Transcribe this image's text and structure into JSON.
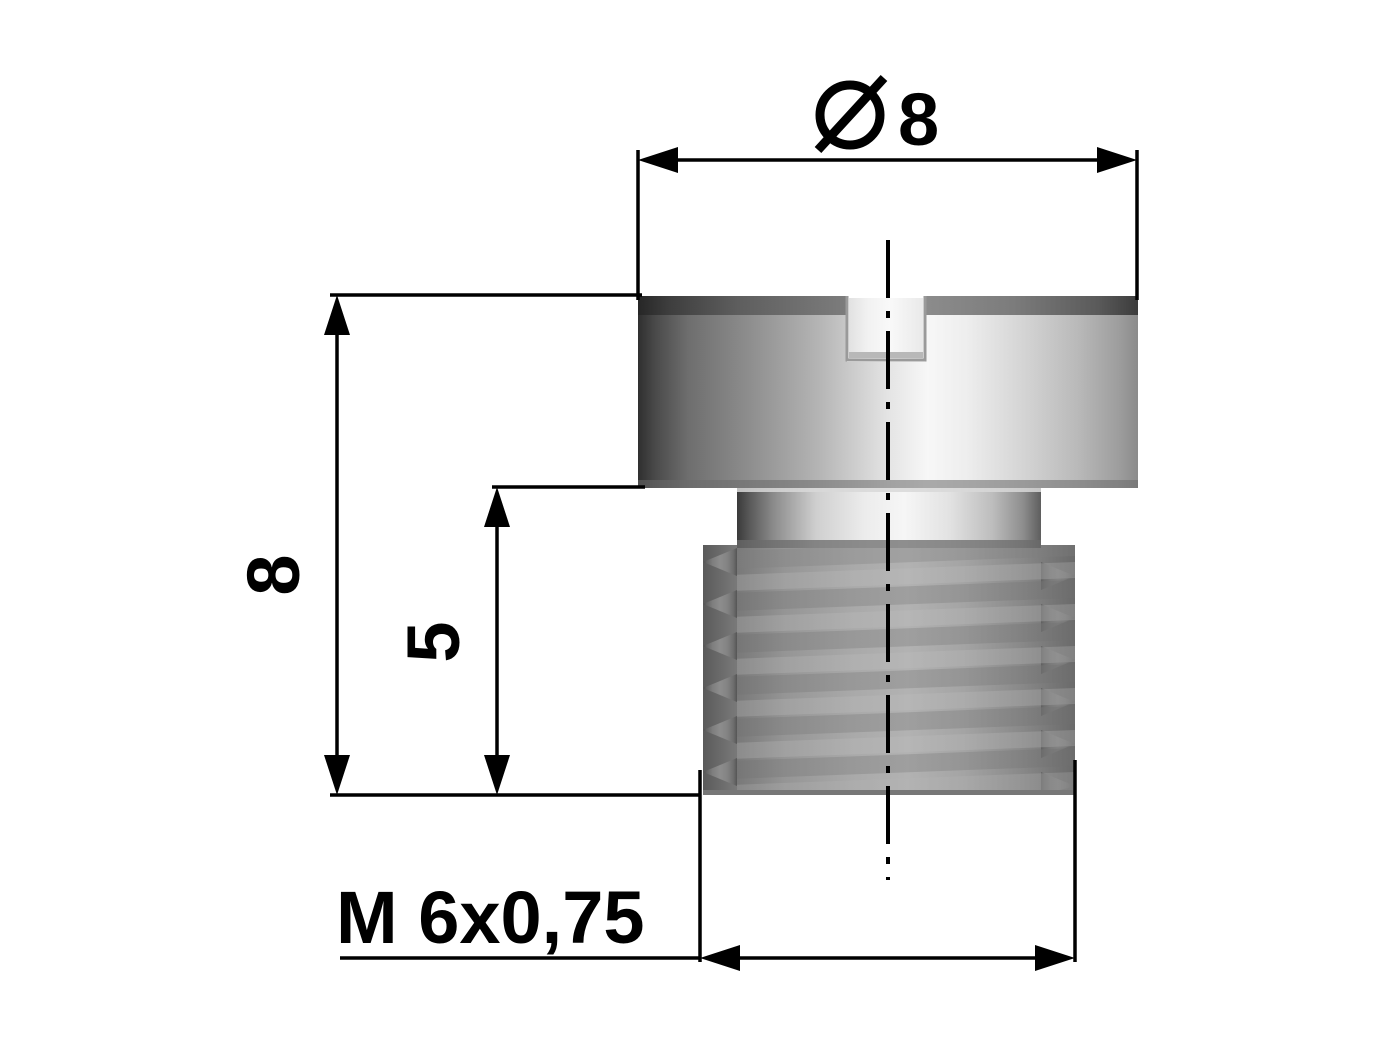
{
  "drawing": {
    "type": "engineering-part-drawing",
    "subject": "slotted-round-head-screw-jet",
    "background_color": "#ffffff",
    "line_color": "#000000",
    "units": "mm",
    "view": "front-section-elevation"
  },
  "dimensions": {
    "diameter_top": {
      "label": "8",
      "symbol": "Ø",
      "full_text": "Ø 8",
      "orientation": "horizontal",
      "position": "top",
      "measures": "head-outer-diameter",
      "value": 8
    },
    "height_total": {
      "label": "8",
      "orientation": "vertical",
      "position": "left-outer",
      "measures": "overall-height",
      "value": 8
    },
    "height_thread": {
      "label": "5",
      "orientation": "vertical",
      "position": "left-inner",
      "measures": "threaded-shank-length",
      "value": 5
    },
    "thread_spec": {
      "label": "M 6x0,75",
      "orientation": "horizontal",
      "position": "bottom",
      "measures": "metric-thread-designation",
      "nominal_diameter": 6,
      "pitch": 0.75
    }
  },
  "part": {
    "head": {
      "name": "cylindrical-head",
      "shading": "metallic-gradient",
      "has_slot": true
    },
    "slot": {
      "name": "screwdriver-slot",
      "type": "straight-slot"
    },
    "shank": {
      "name": "unthreaded-shank-collar",
      "shading": "metallic-gradient"
    },
    "thread": {
      "name": "external-thread",
      "profile": "sawtooth",
      "turns": 6
    },
    "centerline": {
      "name": "axis-centerline",
      "style": "dash-dot"
    }
  },
  "colors": {
    "line": "#000000",
    "paper": "#ffffff",
    "metal_dark": "#3a3a3a",
    "metal_mid": "#8c8c8c",
    "metal_light": "#f2f2f2",
    "thread_dark": "#6f6f6f",
    "thread_light": "#b5b5b5"
  }
}
